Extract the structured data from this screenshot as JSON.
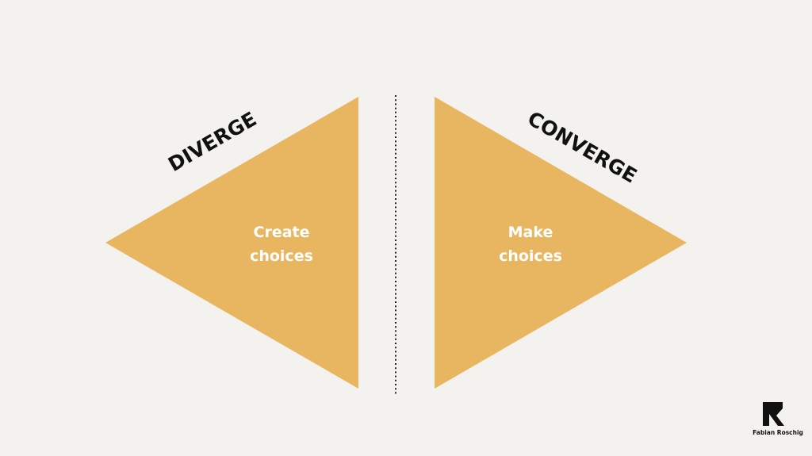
{
  "colors": {
    "background": "#f4f2ee",
    "triangle": "#e8b660",
    "heading_text": "#111111",
    "inner_text": "#ffffff",
    "divider": "#222222"
  },
  "diverge": {
    "heading": "DIVERGE",
    "line1": "Create",
    "line2": "choices"
  },
  "converge": {
    "heading": "CONVERGE",
    "line1": "Make",
    "line2": "choices"
  },
  "brand": {
    "logo_icon": "r-logo-icon",
    "name": "Fabian Roschig"
  }
}
